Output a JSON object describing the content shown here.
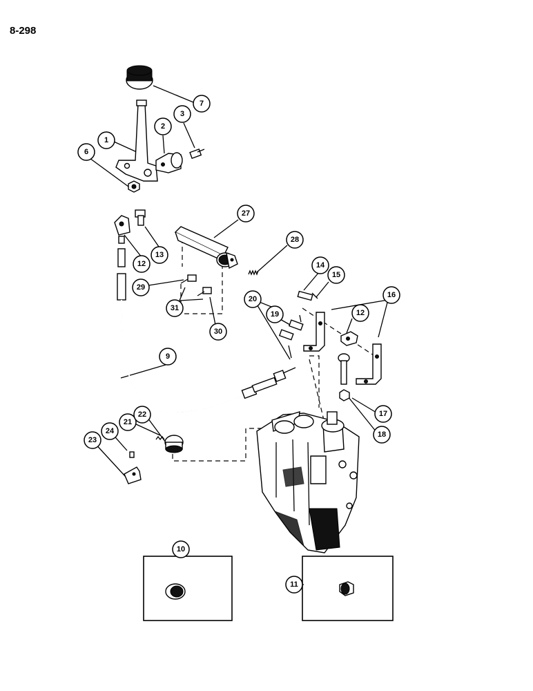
{
  "page": {
    "page_number": "8-298"
  },
  "callouts": {
    "c1": "1",
    "c2": "2",
    "c3": "3",
    "c6": "6",
    "c7": "7",
    "c9": "9",
    "c10": "10",
    "c11": "11",
    "c12a": "12",
    "c12b": "12",
    "c13": "13",
    "c14": "14",
    "c15": "15",
    "c16": "16",
    "c17": "17",
    "c18": "18",
    "c19": "19",
    "c20": "20",
    "c21": "21",
    "c22": "22",
    "c23": "23",
    "c24": "24",
    "c27": "27",
    "c28": "28",
    "c29": "29",
    "c30": "30",
    "c31": "31"
  }
}
